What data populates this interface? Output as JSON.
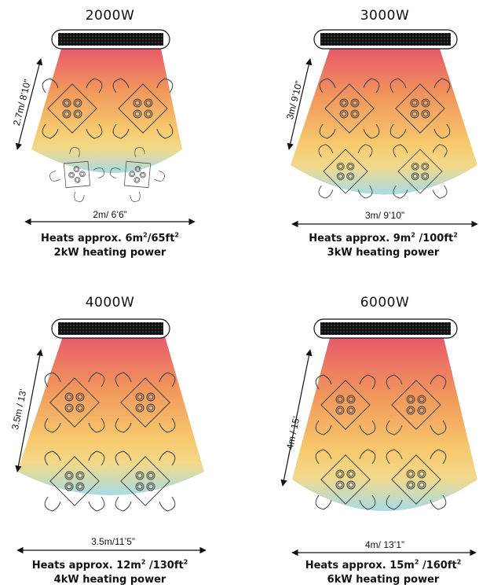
{
  "panels": [
    {
      "title": "2000W",
      "length_label": "2.7m/ 8’10”",
      "width_label": "2m/ 6’6”",
      "area_main": "Heats approx. 6m",
      "area_mid": "/65ft",
      "power": "2kW heating power"
    },
    {
      "title": "3000W",
      "length_label": "3m/ 9’10”",
      "width_label": "3m/ 9’10”",
      "area_main": "Heats approx. 9m",
      "area_mid": " /100ft",
      "power": "3kW heating power"
    },
    {
      "title": "4000W",
      "length_label": "3.5m / 13’",
      "width_label": "3.5m/11’5”",
      "area_main": "Heats approx. 12m",
      "area_mid": " /130ft",
      "power": "4kW  heating power"
    },
    {
      "title": "6000W",
      "length_label": "4m / 15’",
      "width_label": "4m/ 13’1”",
      "area_main": "Heats approx. 15m",
      "area_mid": "  /160ft",
      "power": "6kW heating power"
    }
  ],
  "superscript": "2",
  "colors": {
    "heat_top": "#e85a6a",
    "heat_mid": "#f7c26a",
    "heat_low": "#f6d98a",
    "heat_bottom": "#a8dbe6",
    "heater_body": "#111111"
  }
}
